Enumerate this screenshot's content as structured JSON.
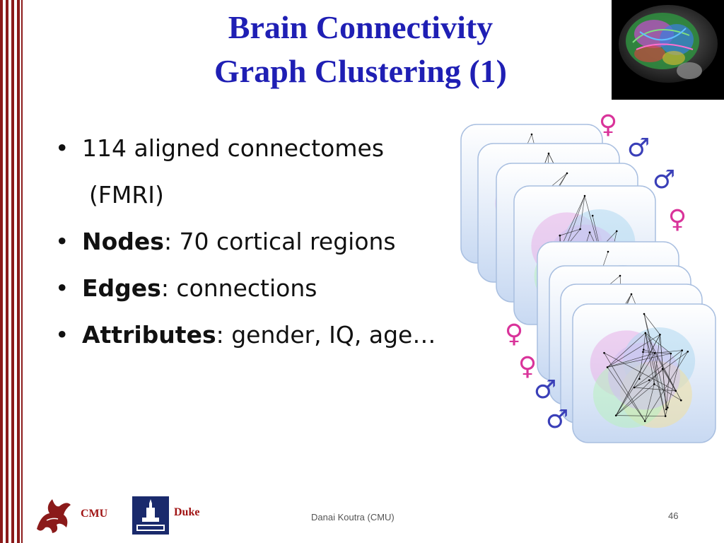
{
  "slide": {
    "title_line1": "Brain Connectivity",
    "title_line2": "Graph Clustering (1)",
    "bullets": [
      {
        "bold": "",
        "text": "114 aligned connectomes"
      },
      {
        "bold": "",
        "text": "(FMRI)"
      },
      {
        "bold": "Nodes",
        "text": ": 70 cortical regions"
      },
      {
        "bold": "Edges",
        "text": ": connections"
      },
      {
        "bold": "Attributes",
        "text": ": gender, IQ, age…"
      }
    ],
    "bullet_char": "•",
    "symbols": {
      "female": "♀",
      "male": "♂"
    },
    "colors": {
      "title": "#1F1FB4",
      "stripe": "#8B1A1A",
      "female": "#D9339A",
      "male": "#3A3FB8",
      "logo_text": "#A01414"
    }
  },
  "footer": {
    "cmu_label": "CMU",
    "duke_label": "Duke",
    "author": "Danai Koutra (CMU)",
    "page_number": "46"
  }
}
